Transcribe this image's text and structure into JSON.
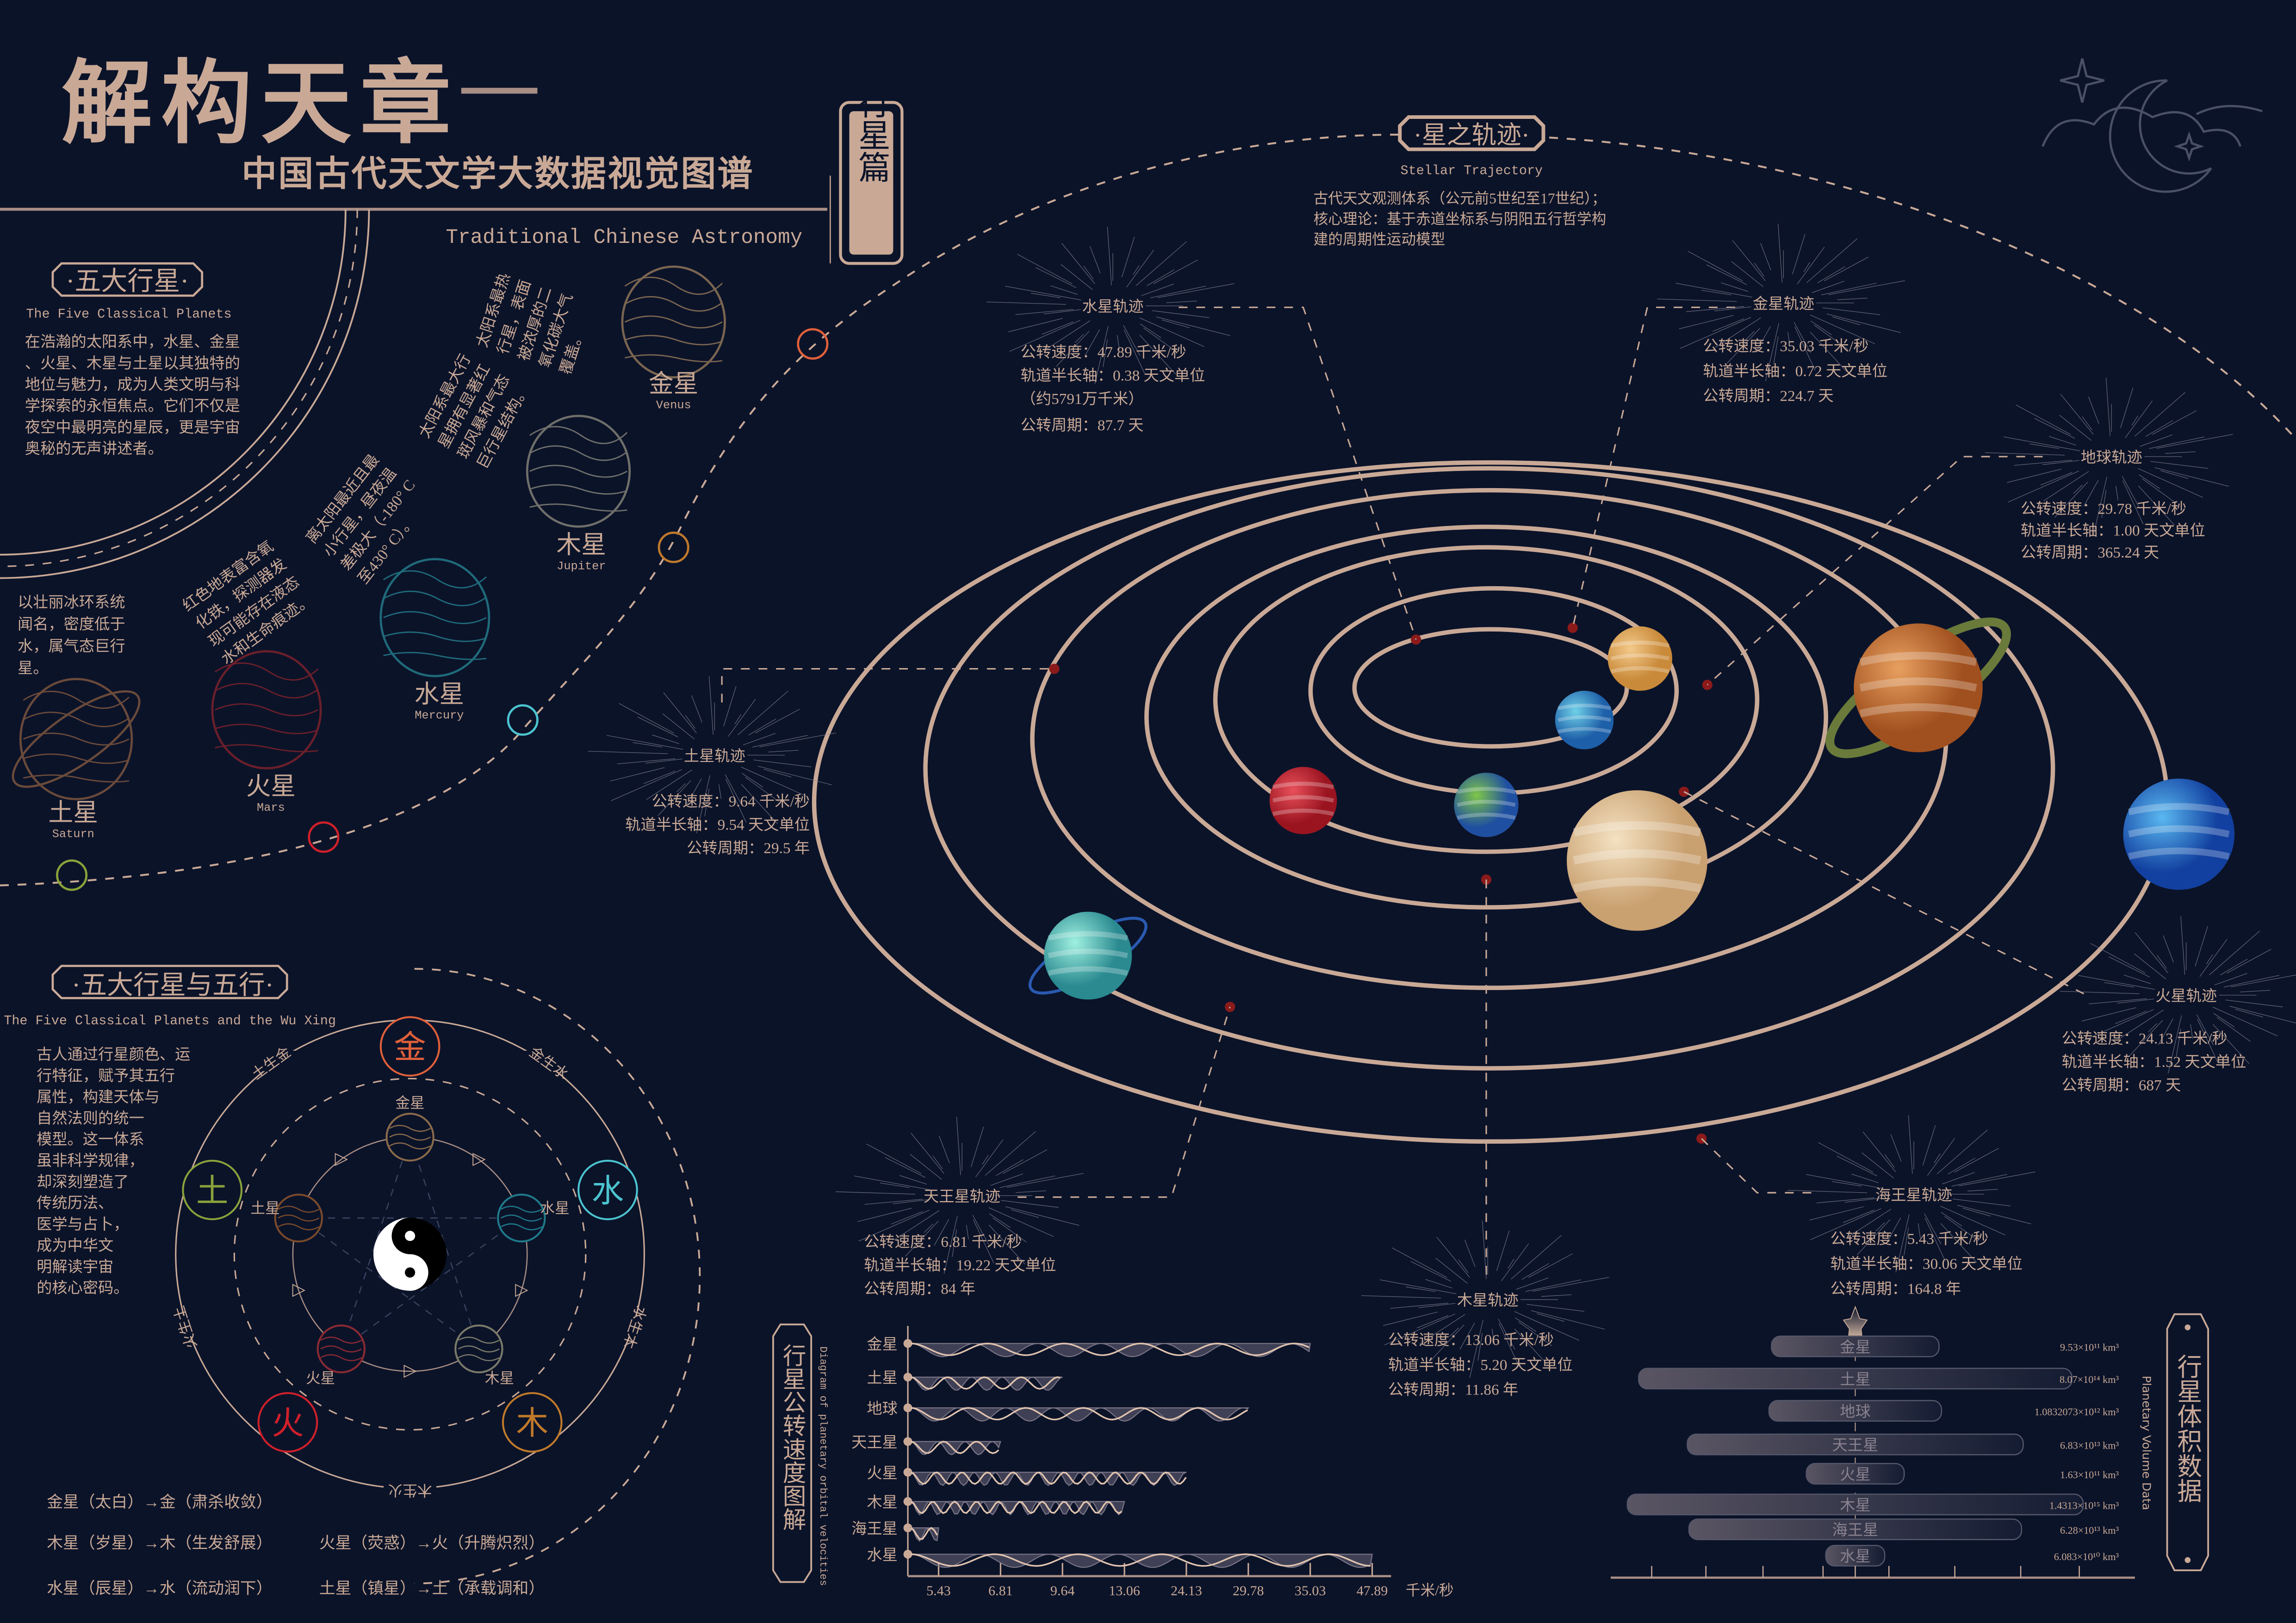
{
  "header": {
    "title": "解构天章",
    "subtitle": "中国古代天文学大数据视觉图谱",
    "english": "Traditional Chinese Astronomy",
    "section_tag": "行星篇"
  },
  "colors": {
    "background": "#0b1329",
    "accent": "#c9a996",
    "marker": "#8b1a1a"
  },
  "five_planets": {
    "title": "·五大行星·",
    "subtitle": "The Five Classical Planets",
    "intro": [
      "在浩瀚的太阳系中，水星、金星",
      "、火星、木星与土星以其独特的",
      "地位与魅力，成为人类文明与科",
      "学探索的永恒焦点。它们不仅是",
      "夜空中最明亮的星辰，更是宇宙",
      "奥秘的无声讲述者。"
    ],
    "planets": [
      {
        "name": "金星",
        "en": "Venus",
        "annotation": [
          "太阳系最热",
          "行星，表面",
          "被浓厚的二",
          "氧化碳大气",
          "覆盖。"
        ]
      },
      {
        "name": "木星",
        "en": "Jupiter",
        "annotation": [
          "太阳系最大行",
          "星拥有显著红",
          "斑风暴和气态",
          "巨行星结构。"
        ]
      },
      {
        "name": "水星",
        "en": "Mercury",
        "annotation": [
          "离太阳最近且最",
          "小行星，昼夜温",
          "差极大（-180° C",
          "至430° C）。"
        ]
      },
      {
        "name": "火星",
        "en": "Mars",
        "annotation": [
          "红色地表富含氧",
          "化铁，探测器发",
          "现可能存在液态",
          "水和生命痕迹。"
        ]
      },
      {
        "name": "土星",
        "en": "Saturn",
        "annotation": [
          "以壮丽冰环系统",
          "闻名，密度低于",
          "水，属气态巨行",
          "星。"
        ]
      }
    ]
  },
  "trajectory": {
    "title": "·星之轨迹·",
    "subtitle": "Stellar Trajectory",
    "description": [
      "古代天文观测体系（公元前5世纪至17世纪）；",
      "核心理论：基于赤道坐标系与阴阳五行哲学构",
      "建的周期性运动模型"
    ],
    "orbits": [
      {
        "title": "水星轨迹",
        "lines": [
          "公转速度：47.89 千米/秒",
          "轨道半长轴：0.38 天文单位",
          "（约5791万千米）",
          "公转周期：87.7 天"
        ]
      },
      {
        "title": "金星轨迹",
        "lines": [
          "公转速度：35.03 千米/秒",
          "轨道半长轴：0.72 天文单位",
          "公转周期：224.7 天"
        ]
      },
      {
        "title": "地球轨迹",
        "lines": [
          "公转速度：29.78 千米/秒",
          "轨道半长轴：1.00 天文单位",
          "公转周期：365.24 天"
        ]
      },
      {
        "title": "土星轨迹",
        "lines": [
          "公转速度：9.64 千米/秒",
          "轨道半长轴：9.54 天文单位",
          "公转周期：29.5 年"
        ]
      },
      {
        "title": "火星轨迹",
        "lines": [
          "公转速度：24.13 千米/秒",
          "轨道半长轴：1.52 天文单位",
          "公转周期：687 天"
        ]
      },
      {
        "title": "天王星轨迹",
        "lines": [
          "公转速度：6.81 千米/秒",
          "轨道半长轴：19.22 天文单位",
          "公转周期：84 年"
        ]
      },
      {
        "title": "木星轨迹",
        "lines": [
          "公转速度：13.06 千米/秒",
          "轨道半长轴：5.20 天文单位",
          "公转周期：11.86 年"
        ]
      },
      {
        "title": "海王星轨迹",
        "lines": [
          "公转速度：5.43 千米/秒",
          "轨道半长轴：30.06 天文单位",
          "公转周期：164.8 年"
        ]
      }
    ]
  },
  "wuxing": {
    "title": "·五大行星与五行·",
    "subtitle": "The Five Classical Planets and the Wu Xing",
    "intro": [
      "古人通过行星颜色、运",
      "行特征，赋予其五行",
      "属性，构建天体与",
      "自然法则的统一",
      "模型。这一体系",
      "虽非科学规律，",
      "却深刻塑造了",
      "传统历法、",
      "医学与占卜，",
      "成为中华文",
      "明解读宇宙",
      "的核心密码。"
    ],
    "elements": [
      {
        "char": "金",
        "planet": "金星",
        "color": "#e0603a"
      },
      {
        "char": "水",
        "planet": "水星",
        "color": "#4cc4d0"
      },
      {
        "char": "木",
        "planet": "木星",
        "color": "#c07a2a"
      },
      {
        "char": "火",
        "planet": "火星",
        "color": "#d0202a"
      },
      {
        "char": "土",
        "planet": "土星",
        "color": "#8aa23a"
      }
    ],
    "relations": [
      "金生水",
      "水生木",
      "木生火",
      "火生土",
      "土生金"
    ],
    "mappings": [
      "金星（太白）→金（肃杀收敛）",
      "木星（岁星）→木（生发舒展）",
      "水星（辰星）→水（流动润下）",
      "火星（荧惑）→火（升腾炽烈）",
      "土星（镇星）→土（承载调和）"
    ]
  },
  "chart_data": [
    {
      "type": "bar",
      "title": "行星公转速度图解",
      "subtitle": "Diagram of planetary orbital velocities",
      "categories": [
        "金星",
        "土星",
        "地球",
        "天王星",
        "火星",
        "木星",
        "海王星",
        "水星"
      ],
      "values": [
        35.03,
        9.64,
        29.78,
        6.81,
        24.13,
        13.06,
        5.43,
        47.89
      ],
      "xticks": [
        "5.43",
        "6.81",
        "9.64",
        "13.06",
        "24.13",
        "29.78",
        "35.03",
        "47.89"
      ],
      "xlabel": "千米/秒",
      "scale": "ordinal-by-rank"
    },
    {
      "type": "bar",
      "title": "行星体积数据",
      "subtitle": "Planetary Volume Data",
      "categories": [
        "金星",
        "土星",
        "地球",
        "天王星",
        "火星",
        "木星",
        "海王星",
        "水星"
      ],
      "values": [
        953000000000.0,
        807000000000000.0,
        1083207300000.0,
        68300000000000.0,
        163000000000.0,
        1431300000000000.0,
        62800000000000.0,
        60830000000.0
      ],
      "labels": [
        "9.53×10¹¹ km³",
        "8.07×10¹⁴ km³",
        "1.0832073×10¹² km³",
        "6.83×10¹³ km³",
        "1.63×10¹¹ km³",
        "1.4313×10¹⁵ km³",
        "6.28×10¹³ km³",
        "6.083×10¹⁰ km³"
      ],
      "unit": "km³"
    }
  ]
}
